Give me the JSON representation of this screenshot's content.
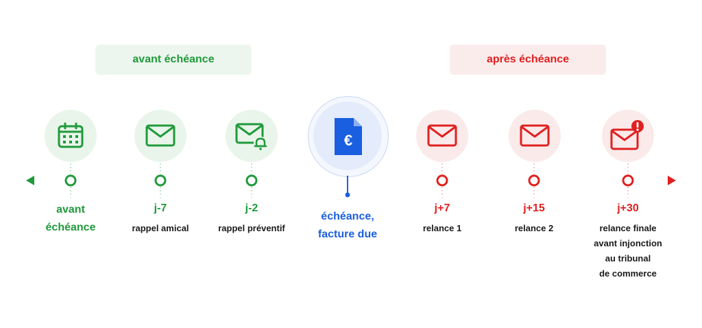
{
  "phases": {
    "before": "avant échéance",
    "after": "après échéance"
  },
  "steps": [
    {
      "line1": "avant",
      "line2": "échéance",
      "icon": "calendar-icon"
    },
    {
      "label": "j-7",
      "sub": "rappel amical",
      "icon": "envelope-icon"
    },
    {
      "label": "j-2",
      "sub": "rappel préventif",
      "icon": "envelope-bell-icon"
    },
    {
      "line1": "échéance,",
      "line2": "facture due",
      "icon": "euro-invoice-icon"
    },
    {
      "label": "j+7",
      "sub": "relance 1",
      "icon": "envelope-icon"
    },
    {
      "label": "j+15",
      "sub": "relance 2",
      "icon": "envelope-icon"
    },
    {
      "label": "j+30",
      "sub_lines": [
        "relance finale",
        "avant injonction",
        "au tribunal",
        "de commerce"
      ],
      "icon": "envelope-alert-icon"
    }
  ],
  "colors": {
    "green": "#1f9a3b",
    "red": "#e02020",
    "blue": "#1a5fe0"
  }
}
